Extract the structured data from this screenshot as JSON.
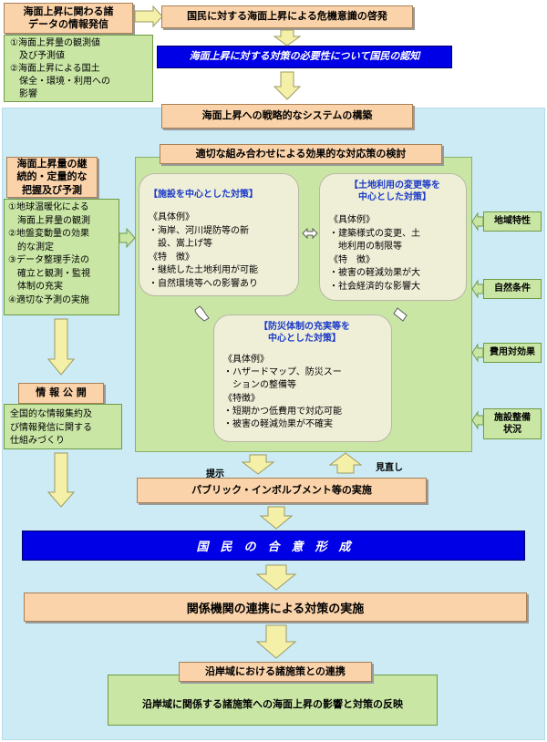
{
  "info_dispatch": {
    "title_lines": [
      "海面上昇に関わる諸",
      "データの情報発信"
    ],
    "items": [
      "①海面上昇量の観測値",
      "　及び予測値",
      "②海面上昇による国土",
      "　保全・環境・利用への",
      "　影響"
    ]
  },
  "awareness_box": "国民に対する海面上昇による危機意識の啓発",
  "recognition_box": "海面上昇に対する対策の必要性について国民の認知",
  "strategic_system": "海面上昇への戦略的なシステムの構築",
  "grasp": {
    "title_lines": [
      "海面上昇量の継",
      "続的・定量的な",
      "把握及び予測"
    ],
    "items": [
      "①地球温暖化による",
      "　海面上昇量の観測",
      "②地盤変動量の効果",
      "　的な測定",
      "③データ整理手法の",
      "　確立と観測・監視",
      "　体制の充実",
      "④適切な予測の実施"
    ]
  },
  "disclosure": {
    "title": "情 報 公 開",
    "items": [
      "全国的な情報集約及",
      "び情報発信に関する",
      "仕組みづくり"
    ]
  },
  "combination": {
    "title": "適切な組み合わせによる効果的な対応策の検討",
    "facility": {
      "title": "【施設を中心とした対策】",
      "lines": [
        "《具体例》",
        "・海岸、河川堤防等の新",
        "　設、嵩上げ等",
        "《特　徴》",
        "・継続した土地利用が可能",
        "・自然環境等への影響あり"
      ]
    },
    "landuse": {
      "title_lines": [
        "【土地利用の変更等を",
        "中心とした対策】"
      ],
      "lines": [
        "《具体例》",
        "・建築様式の変更、土",
        "　地利用の制限等",
        "《特　徴》",
        "・被害の軽減効果が大",
        "・社会経済的な影響大"
      ]
    },
    "disaster": {
      "title_lines": [
        "【防災体制の充実等を",
        "中心とした対策】"
      ],
      "lines": [
        "《具体例》",
        "・ハザードマップ、防災スー",
        "　ションの整備等",
        "《特徴》",
        "・短期かつ低費用で対応可能",
        "・被害の軽減効果が不確実"
      ]
    }
  },
  "factors": [
    "地域特性",
    "自然条件",
    "費用対効果",
    "施設整備状況"
  ],
  "labels": {
    "present": "提示",
    "review": "見直し"
  },
  "public_involvement": "パブリック・インボルブメント等の実施",
  "consensus": "国　民　の　合　意　形　成",
  "implementation": "関係機関の連携による対策の実施",
  "coastal": {
    "title": "沿岸域における諸施策との連携",
    "body": "沿岸域に関係する諸施策への海面上昇の影響と対策の反映"
  }
}
